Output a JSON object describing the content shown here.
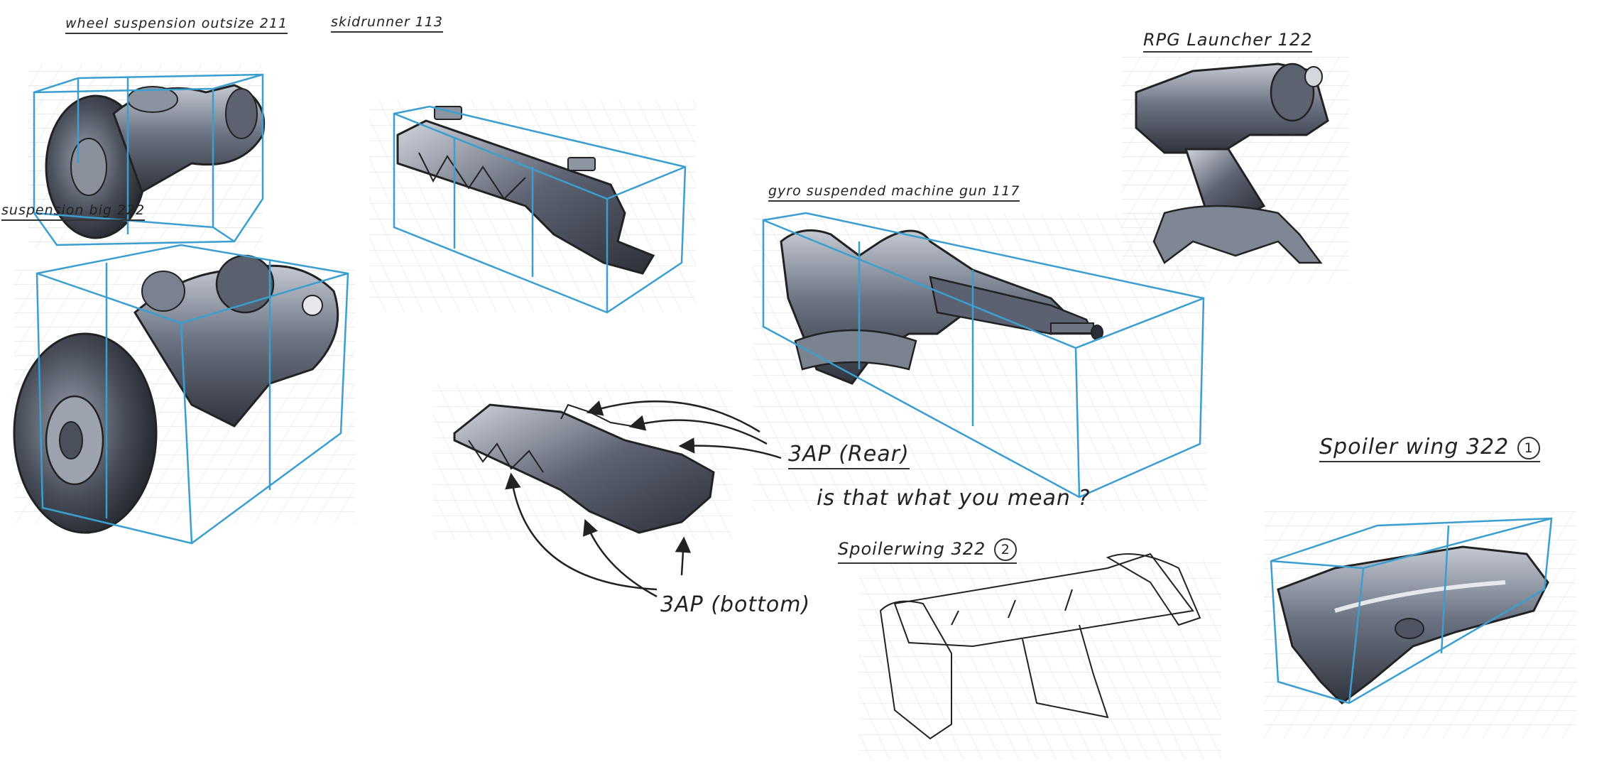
{
  "labels": {
    "wheel_suspension": "wheel suspension outsize 211",
    "skidrunner": "skidrunner 113",
    "rpg_launcher": "RPG Launcher 122",
    "suspension_big": "suspension big 222",
    "gyro_gun": "gyro suspended machine gun 117",
    "armor_rear": "3AP (Rear)",
    "question": "is that what you mean ?",
    "armor_bottom": "3AP (bottom)",
    "spoiler_1_text": "Spoiler wing 322",
    "spoiler_1_badge": "1",
    "spoiler_2_text": "Spoilerwing 322",
    "spoiler_2_badge": "2"
  },
  "colors": {
    "box_line": "#3a9fd0",
    "grid_line": "#c8c8c8",
    "ink": "#222222",
    "metal_dark": "#3e4450",
    "metal_mid": "#6b7282",
    "metal_light": "#b8bec9"
  }
}
